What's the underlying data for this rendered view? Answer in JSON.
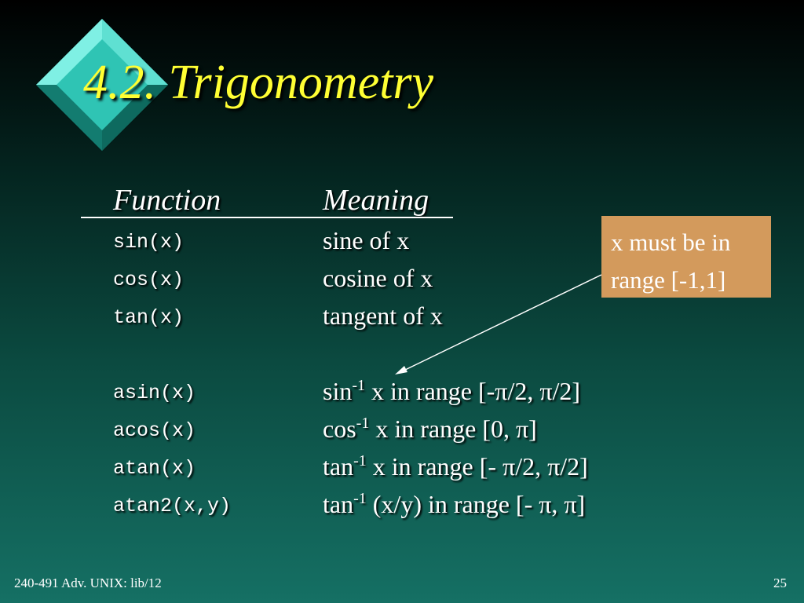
{
  "slide": {
    "title": "4.2. Trigonometry",
    "headers": {
      "function": "Function",
      "meaning": "Meaning"
    },
    "rows": [
      {
        "fn": "sin(x)",
        "meaning": "sine of x"
      },
      {
        "fn": "cos(x)",
        "meaning": "cosine of x"
      },
      {
        "fn": "tan(x)",
        "meaning": "tangent of x"
      },
      {
        "fn": "asin(x)",
        "pre": "sin",
        "sup": "-1",
        "post": " x in range [-π/2, π/2]"
      },
      {
        "fn": "acos(x)",
        "pre": "cos",
        "sup": "-1",
        "post": " x in range [0, π]"
      },
      {
        "fn": "atan(x)",
        "pre": "tan",
        "sup": "-1",
        "post": " x in range [- π/2, π/2]"
      },
      {
        "fn": "atan2(x,y)",
        "pre": "tan",
        "sup": "-1",
        "post": " (x/y) in range [- π, π]"
      }
    ],
    "note": {
      "line1": "x must be in",
      "line2": "range [-1,1]"
    },
    "footer": {
      "left": "240-491 Adv. UNIX: lib/12",
      "page": "25"
    }
  },
  "colors": {
    "title": "#ffff33",
    "note_bg": "#d39a5c",
    "diamond": "#2fc4b4",
    "text": "#ffffff"
  },
  "icons": {
    "title_decoration": "diamond-icon"
  }
}
